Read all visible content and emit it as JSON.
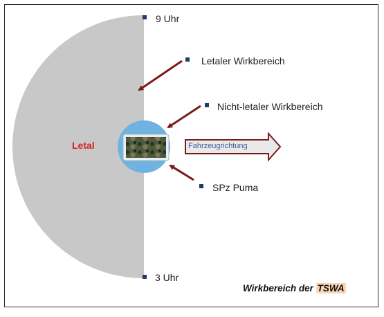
{
  "labels": {
    "top_marker": "9 Uhr",
    "bottom_marker": "3 Uhr",
    "lethal_zone_pointer": "Letaler Wirkbereich",
    "nonlethal_zone_pointer": "Nicht-letaler Wirkbereich",
    "vehicle_pointer": "SPz Puma",
    "lethal_area": "Letal",
    "direction_arrow": "Fahrzeugrichtung"
  },
  "caption": {
    "prefix": "Wirkbereich der ",
    "highlight": "TSWA"
  },
  "colors": {
    "lethal_fill": "#c8c8c8",
    "nonlethal_fill": "#6fb3e0",
    "arrow": "#7a1a1a",
    "marker": "#1f3a6b",
    "lethal_text": "#d42626",
    "direction_text": "#3f5b9c",
    "caption_highlight": "#fbd6b4"
  }
}
